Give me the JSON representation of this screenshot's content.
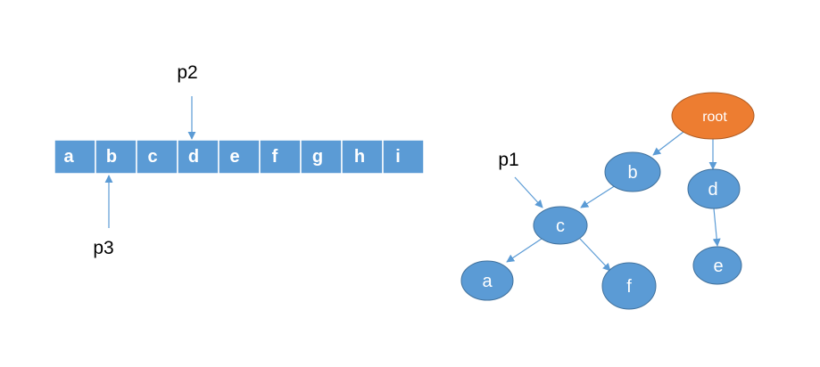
{
  "colors": {
    "cell_fill": "#5b9bd5",
    "cell_border": "#ffffff",
    "node_fill": "#5b9bd5",
    "node_stroke": "#41719c",
    "root_fill": "#ed7d31",
    "root_stroke": "#ae5a21",
    "arrow": "#5b9bd5"
  },
  "array": {
    "cells": [
      "a",
      "b",
      "c",
      "d",
      "e",
      "f",
      "g",
      "h",
      "i"
    ]
  },
  "pointers": {
    "p1": "p1",
    "p2": "p2",
    "p3": "p3"
  },
  "tree": {
    "root": "root",
    "b": "b",
    "c": "c",
    "d": "d",
    "a": "a",
    "f": "f",
    "e": "e"
  }
}
